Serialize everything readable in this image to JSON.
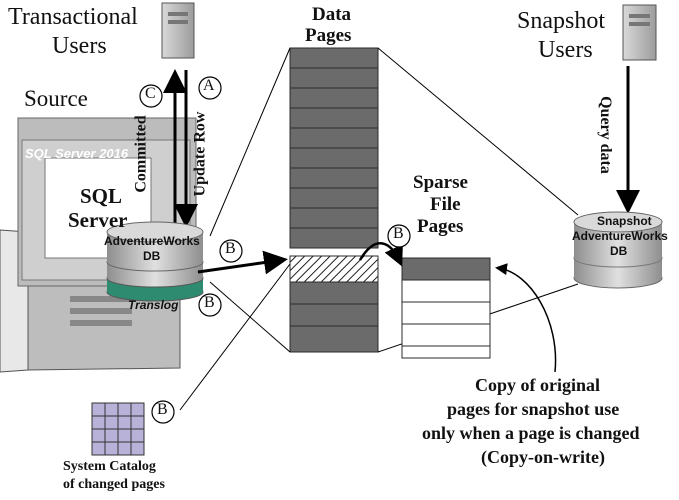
{
  "labels": {
    "transactional_users_line1": "Transactional",
    "transactional_users_line2": "Users",
    "snapshot_users_line1": "Snapshot",
    "snapshot_users_line2": "Users",
    "source": "Source",
    "sql_server_2016": "SQL Server 2016",
    "sql_line1": "SQL",
    "sql_line2": "Server",
    "adventureworks_line1": "AdventureWorks",
    "adventureworks_line2": "DB",
    "translog": "Translog",
    "data_pages_line1": "Data",
    "data_pages_line2": "Pages",
    "sparse_line1": "Sparse",
    "sparse_line2": "File",
    "sparse_line3": "Pages",
    "snapshot_db_line1": "Snapshot",
    "snapshot_db_line2": "AdventureWorks",
    "snapshot_db_line3": "DB",
    "committed": "Committed",
    "update_row": "Update Row",
    "query_data": "Query data",
    "copy_note_line1": "Copy of original",
    "copy_note_line2": "pages for snapshot use",
    "copy_note_line3": "only when a page is changed",
    "copy_note_line4": "(Copy-on-write)",
    "system_catalog_line1": "System Catalog",
    "system_catalog_line2": "of changed pages"
  },
  "steps": {
    "a": "A",
    "b": "B",
    "c": "C"
  },
  "colors": {
    "page_fill": "#6b6b6b",
    "page_stroke": "#2b2b2b",
    "catalog_grid": "#b9b2d8",
    "translog_band": "#2e8b6f",
    "db_disk": "#b8b8b8"
  },
  "icons": {
    "server": "server-tower-icon",
    "database": "database-disk-icon"
  }
}
